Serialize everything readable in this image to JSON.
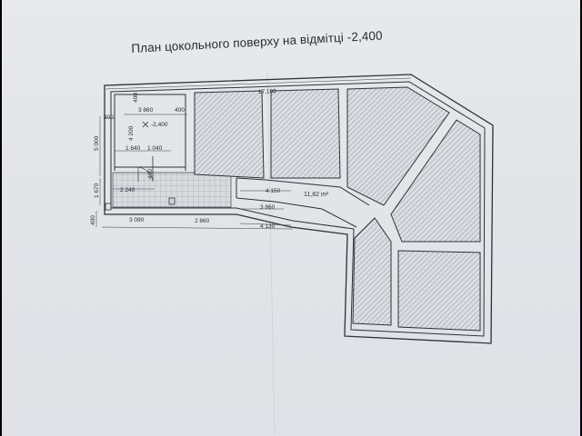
{
  "plan": {
    "title": "План цокольного поверху на відмітці -2,400"
  },
  "dimensions": {
    "overall_length": "17,100",
    "room_width_upper": "3 860",
    "left_top": "400",
    "left_side": "400",
    "vert_total": "5 000",
    "vert_room": "4 200",
    "vert_lower": "1 670",
    "vert_bottom": "400",
    "vert_small": "400",
    "vert_gap": "400",
    "level_mark": "-2,400",
    "seg_1840": "1 840",
    "seg_1040": "1 040",
    "seg_2240": "2 240",
    "seg_3090": "3 090",
    "seg_2860": "2 860",
    "seg_4150": "4 150",
    "seg_3860b": "3 860",
    "seg_4130": "4 130",
    "area": "11,82 m²"
  }
}
